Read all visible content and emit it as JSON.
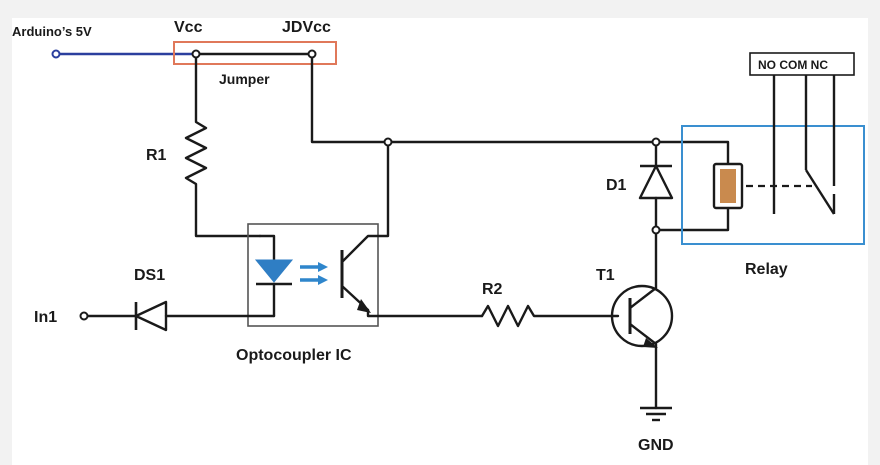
{
  "labels": {
    "arduino_5v": "Arduino’s 5V",
    "vcc": "Vcc",
    "jdvcc": "JDVcc",
    "jumper": "Jumper",
    "r1": "R1",
    "r2": "R2",
    "d1": "D1",
    "ds1": "DS1",
    "t1": "T1",
    "in1": "In1",
    "optocoupler": "Optocoupler IC",
    "relay": "Relay",
    "relay_contacts": "NO COM NC",
    "gnd": "GND"
  },
  "colors": {
    "wire": "#1a1a1a",
    "arduino_wire": "#2b3f9e",
    "jumper_box": "#e0785a",
    "relay_box": "#3a8fd0",
    "led": "#2f7ec4",
    "light_arrows": "#2f86cc",
    "relay_coil": "#c98a4e",
    "opto_box": "#555555"
  }
}
